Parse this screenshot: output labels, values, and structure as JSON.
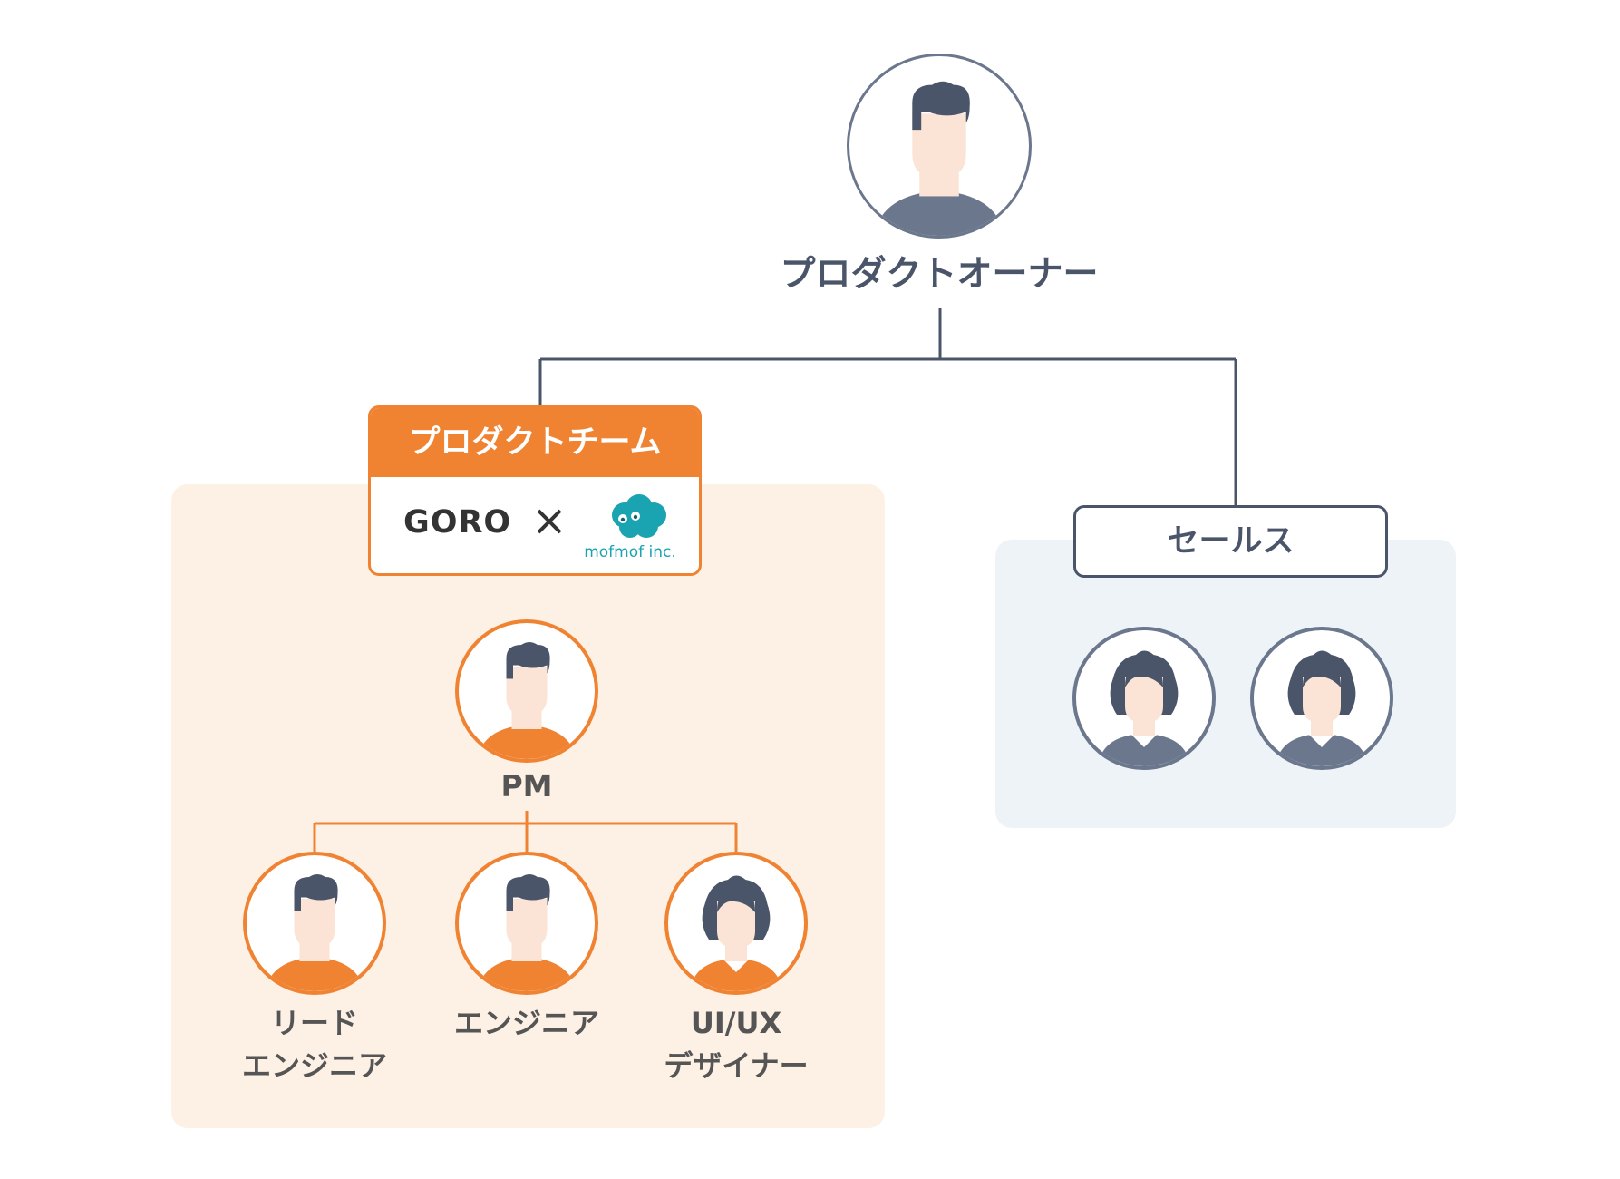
{
  "owner": {
    "label": "プロダクトオーナー",
    "icon": "male-person-icon"
  },
  "product_team": {
    "title": "プロダクトチーム",
    "partner_left": "GORO",
    "separator": "×",
    "partner_right_logo": "mofmof inc.",
    "accent_color": "#f08332",
    "panel_color": "#fdf0e5",
    "members": {
      "pm": {
        "label": "PM",
        "icon": "male-person-icon"
      },
      "lead_engineer": {
        "label_line1": "リード",
        "label_line2": "エンジニア",
        "icon": "male-person-icon"
      },
      "engineer": {
        "label": "エンジニア",
        "icon": "male-person-icon"
      },
      "designer": {
        "label_line1": "UI/UX",
        "label_line2": "デザイナー",
        "icon": "female-person-icon"
      }
    }
  },
  "sales": {
    "title": "セールス",
    "accent_color": "#4b556a",
    "panel_color": "#eef3f8",
    "members": [
      {
        "icon": "female-person-icon"
      },
      {
        "icon": "female-person-icon"
      }
    ]
  }
}
